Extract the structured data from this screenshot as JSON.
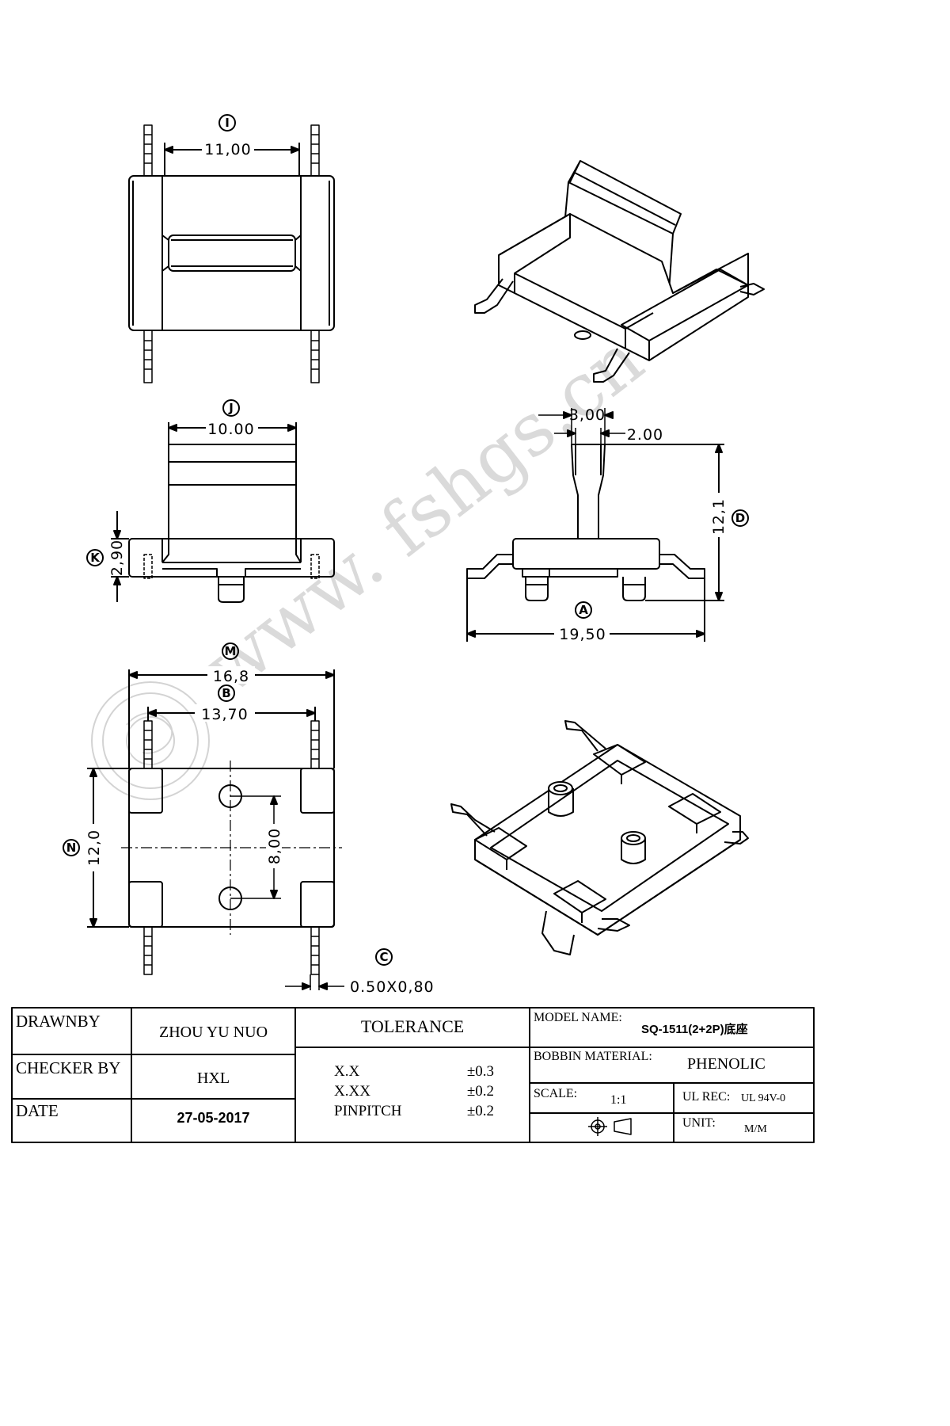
{
  "dimensions": {
    "I": {
      "label": "I",
      "value": "11,00"
    },
    "J": {
      "label": "J",
      "value": "10.00"
    },
    "K": {
      "label": "K",
      "value": "2,90"
    },
    "D": {
      "label": "D",
      "value": "12,1"
    },
    "A": {
      "label": "A",
      "value": "19,50"
    },
    "top_w": "3,00",
    "top_t": "2.00",
    "M": {
      "label": "M",
      "value": "16,8"
    },
    "B": {
      "label": "B",
      "value": "13,70"
    },
    "N": {
      "label": "N",
      "value": "12,0"
    },
    "pin_spacing": "8,00",
    "C": {
      "label": "C",
      "value": "0.50X0,80"
    }
  },
  "watermark": "www. fshgs.cn",
  "title_block": {
    "drawn_by_label": "DRAWNBY",
    "drawn_by_value": "ZHOU YU NUO",
    "checker_label": "CHECKER BY",
    "checker_value": "HXL",
    "date_label": "DATE",
    "date_value": "27-05-2017",
    "tolerance_label": "TOLERANCE",
    "tolerances": [
      {
        "name": "X.X",
        "value": "±0.3"
      },
      {
        "name": "X.XX",
        "value": "±0.2"
      },
      {
        "name": "PINPITCH",
        "value": "±0.2"
      }
    ],
    "model_label": "MODEL NAME:",
    "model_value": "SQ-1511(2+2P)底座",
    "material_label": "BOBBIN MATERIAL:",
    "material_value": "PHENOLIC",
    "scale_label": "SCALE:",
    "scale_value": "1:1",
    "ul_label": "UL REC:",
    "ul_value": "UL 94V-0",
    "unit_label": "UNIT:",
    "unit_value": "M/M"
  }
}
